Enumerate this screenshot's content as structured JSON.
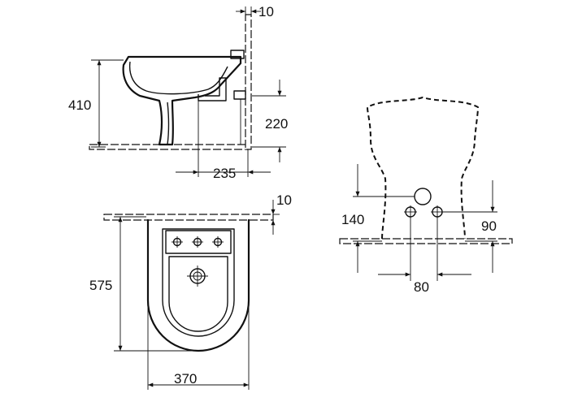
{
  "dimensions": {
    "side_view": {
      "height_410": "410",
      "wall_gap_10": "10",
      "supply_height_220": "220",
      "outlet_distance_235": "235"
    },
    "top_view": {
      "depth_575": "575",
      "width_370": "370",
      "wall_gap_10": "10"
    },
    "rear_view": {
      "height_140": "140",
      "height_90": "90",
      "spacing_80": "80"
    }
  },
  "colors": {
    "line": "#111111",
    "background": "#ffffff"
  }
}
